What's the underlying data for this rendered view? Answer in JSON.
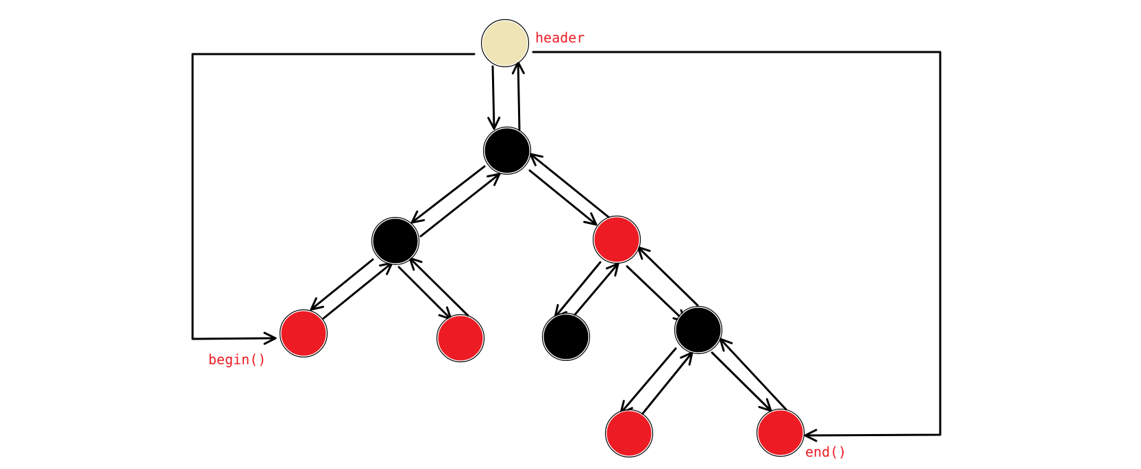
{
  "labels": {
    "header": "header",
    "begin": "begin()",
    "end": "end()"
  },
  "colors": {
    "header_node": "#efe4b5",
    "black_node": "#000000",
    "red_node": "#ed1c24",
    "label_text": "#ed1c24",
    "edge": "#000000",
    "background": "#ffffff"
  },
  "nodes": [
    {
      "id": "header",
      "role": "header"
    },
    {
      "id": "root",
      "color": "black"
    },
    {
      "id": "root-left",
      "color": "black"
    },
    {
      "id": "root-right",
      "color": "red"
    },
    {
      "id": "left-left",
      "color": "red"
    },
    {
      "id": "left-right",
      "color": "red"
    },
    {
      "id": "right-left",
      "color": "black"
    },
    {
      "id": "right-right",
      "color": "black"
    },
    {
      "id": "rr-left",
      "color": "red"
    },
    {
      "id": "rr-right",
      "color": "red"
    }
  ],
  "edges": [
    {
      "from": "header",
      "to": "root",
      "direction": "bidirectional"
    },
    {
      "from": "root",
      "to": "root-left",
      "direction": "bidirectional"
    },
    {
      "from": "root",
      "to": "root-right",
      "direction": "bidirectional"
    },
    {
      "from": "root-left",
      "to": "left-left",
      "direction": "bidirectional"
    },
    {
      "from": "root-left",
      "to": "left-right",
      "direction": "bidirectional"
    },
    {
      "from": "root-right",
      "to": "right-left",
      "direction": "bidirectional"
    },
    {
      "from": "root-right",
      "to": "right-right",
      "direction": "bidirectional"
    },
    {
      "from": "right-right",
      "to": "rr-left",
      "direction": "bidirectional"
    },
    {
      "from": "right-right",
      "to": "rr-right",
      "direction": "bidirectional"
    },
    {
      "from": "header",
      "to": "left-left",
      "direction": "one-way",
      "label": "begin"
    },
    {
      "from": "header",
      "to": "rr-right",
      "direction": "one-way",
      "label": "end"
    }
  ]
}
